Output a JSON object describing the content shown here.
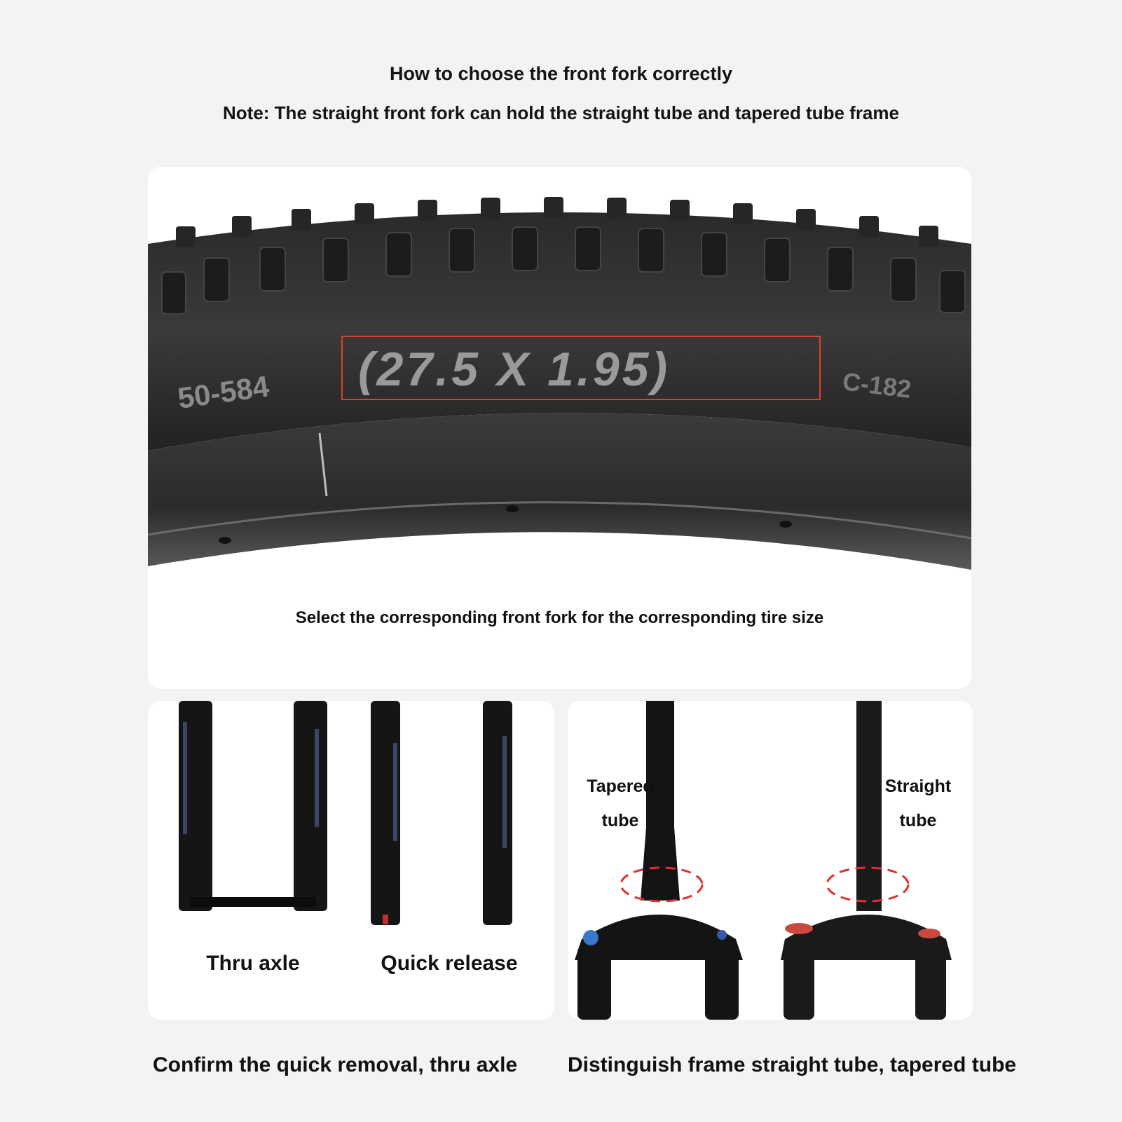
{
  "header": {
    "title": "How to choose the front fork correctly",
    "note": "Note: The straight front fork can hold the straight tube and tapered tube frame"
  },
  "tire_panel": {
    "size_marking": "(27.5 X 1.95)",
    "etrto_marking": "50-584",
    "right_marking": "C-182",
    "caption": "Select the corresponding front fork for the corresponding tire size",
    "highlight_color": "#d9432b"
  },
  "axle_panel": {
    "thru_axle_label": "Thru axle",
    "quick_release_label": "Quick release",
    "caption": "Confirm the quick removal, thru axle"
  },
  "tube_panel": {
    "tapered_label_line1": "Tapered",
    "tapered_label_line2": "tube",
    "straight_label_line1": "Straight",
    "straight_label_line2": "tube",
    "caption": "Distinguish frame straight tube, tapered tube",
    "highlight_color": "#e0302b"
  }
}
